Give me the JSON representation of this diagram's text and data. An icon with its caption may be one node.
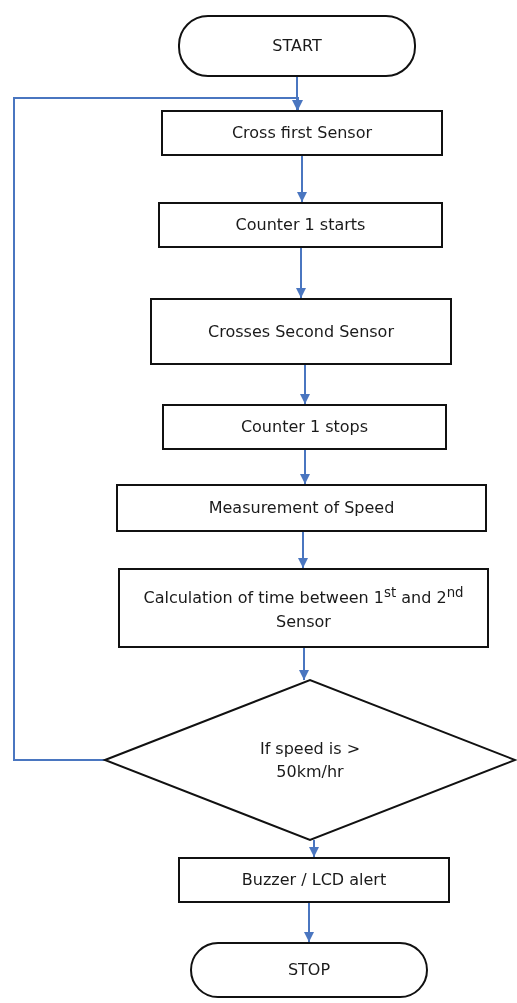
{
  "diagram": {
    "nodes": [
      {
        "text": [
          "START"
        ]
      },
      {
        "text": [
          "Cross first Sensor"
        ]
      },
      {
        "text": [
          "Counter 1 starts"
        ]
      },
      {
        "text": [
          "Crosses Second Sensor"
        ]
      },
      {
        "text": [
          "Counter 1 stops"
        ]
      },
      {
        "text": [
          "Measurement of Speed"
        ]
      },
      {
        "text": [
          "Calculation of time between 1$^{st}$ and 2$^{nd}$ Sensor"
        ]
      },
      {
        "text": [
          "If speed is > 50km/hr"
        ]
      },
      {
        "text": [
          "Buzzer / LCD alert"
        ]
      },
      {
        "text": [
          "STOP"
        ]
      }
    ],
    "edges": [
      {
        "from": 0,
        "to": 1,
        "arrow": "to"
      },
      {
        "from": 1,
        "to": 2,
        "arrow": "to"
      },
      {
        "from": 2,
        "to": 3,
        "arrow": "to"
      },
      {
        "from": 3,
        "to": 4,
        "arrow": "to"
      },
      {
        "from": 4,
        "to": 5,
        "arrow": "to"
      },
      {
        "from": 5,
        "to": 6,
        "arrow": "to"
      },
      {
        "from": 6,
        "to": 7,
        "arrow": "to"
      },
      {
        "from": 7,
        "to": 1,
        "arrow": "to"
      },
      {
        "from": 7,
        "to": 8,
        "arrow": "to"
      },
      {
        "from": 8,
        "to": 9,
        "arrow": "to"
      }
    ]
  }
}
